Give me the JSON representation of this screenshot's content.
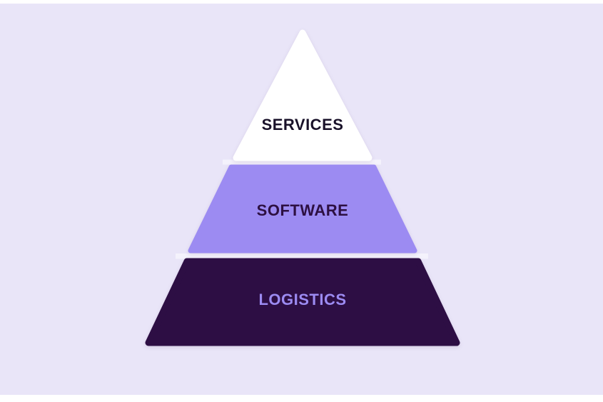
{
  "diagram": {
    "type": "pyramid",
    "title": "",
    "page_background": "#FFFFFF",
    "canvas_background": "#E9E5F8",
    "divider_color": "#FFFFFF",
    "tiers": [
      {
        "label": "SERVICES",
        "fill": "#FFFFFF",
        "text_color": "#191129"
      },
      {
        "label": "SOFTWARE",
        "fill": "#9C8BF2",
        "text_color": "#2D1042"
      },
      {
        "label": "LOGISTICS",
        "fill": "#2D0E44",
        "text_color": "#9C8BF2"
      }
    ]
  }
}
